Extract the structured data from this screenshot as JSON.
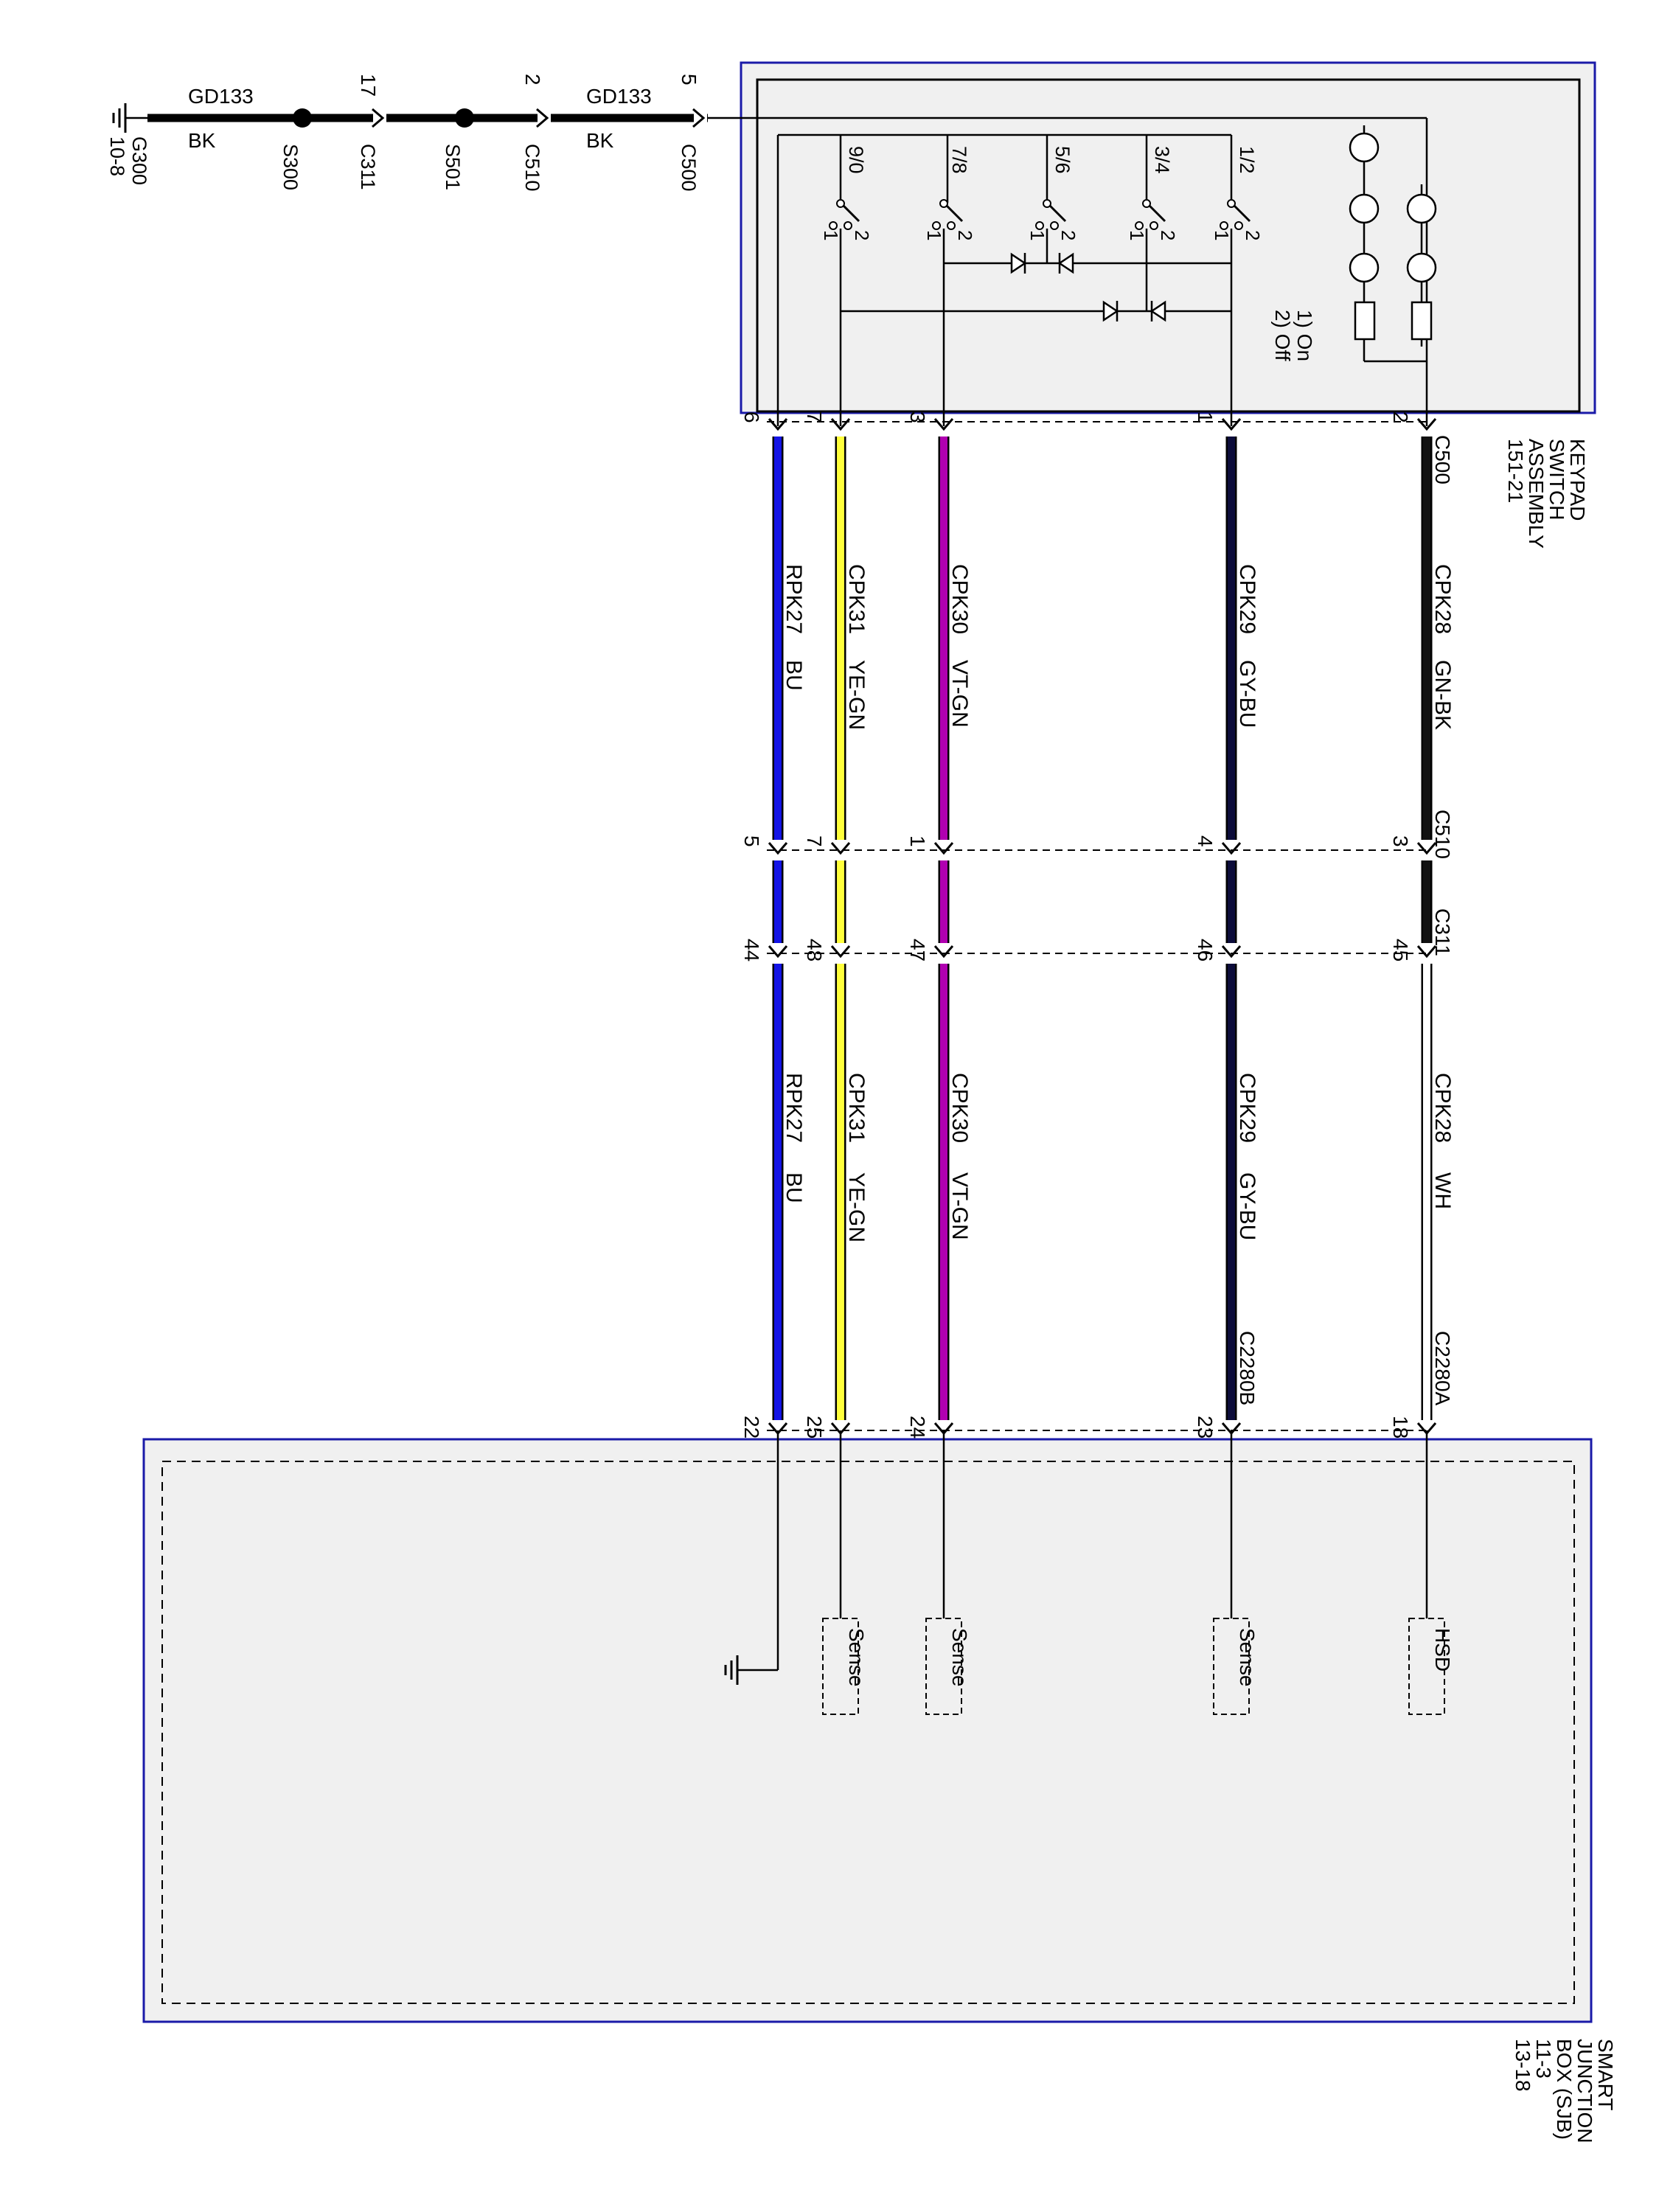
{
  "ground_chain": {
    "ground": [
      "G300",
      "10-8"
    ],
    "nodes": [
      {
        "pin": "",
        "name": "S300",
        "kind": "splice"
      },
      {
        "pin": "17",
        "name": "C311",
        "kind": "connector"
      },
      {
        "pin": "",
        "name": "S501",
        "kind": "splice"
      },
      {
        "pin": "2",
        "name": "C510",
        "kind": "connector"
      },
      {
        "pin": "5",
        "name": "C500",
        "kind": "connector"
      }
    ],
    "segments": [
      {
        "circuit": "GD133",
        "color": "BK"
      },
      {
        "circuit": "GD133",
        "color": "BK"
      }
    ]
  },
  "keypad": {
    "title": [
      "KEYPAD",
      "SWITCH",
      "ASSEMBLY",
      "151-21"
    ],
    "switches": [
      {
        "label": "9/0",
        "pins": [
          "1",
          "2"
        ]
      },
      {
        "label": "7/8",
        "pins": [
          "1",
          "2"
        ]
      },
      {
        "label": "5/6",
        "pins": [
          "1",
          "2"
        ]
      },
      {
        "label": "3/4",
        "pins": [
          "1",
          "2"
        ]
      },
      {
        "label": "1/2",
        "pins": [
          "1",
          "2"
        ]
      }
    ],
    "legend": [
      "1) On",
      "2) Off"
    ]
  },
  "connectors": {
    "keypad": "C500",
    "inline_a": "C510",
    "inline_b": "C311",
    "sjb_a": "C2280A",
    "sjb_b": "C2280B"
  },
  "wires": [
    {
      "circuit": "CPK28",
      "color_upper": "GN-BK",
      "color_lower": "WH",
      "pins": [
        "2",
        "3",
        "45",
        "18"
      ],
      "stroke_upper": "#111111",
      "stroke_lower": "#ffffff",
      "end": "HSD"
    },
    {
      "circuit": "CPK29",
      "color_upper": "GY-BU",
      "color_lower": "GY-BU",
      "pins": [
        "1",
        "4",
        "46",
        "23"
      ],
      "stroke_upper": "#0c0c3a",
      "stroke_lower": "#0c0c3a",
      "end": "Sense"
    },
    {
      "circuit": "CPK30",
      "color_upper": "VT-GN",
      "color_lower": "VT-GN",
      "pins": [
        "3",
        "1",
        "47",
        "24"
      ],
      "stroke_upper": "#b000b0",
      "stroke_lower": "#b000b0",
      "end": "Sense"
    },
    {
      "circuit": "CPK31",
      "color_upper": "YE-GN",
      "color_lower": "YE-GN",
      "pins": [
        "7",
        "7",
        "48",
        "25"
      ],
      "stroke_upper": "#ffff3c",
      "stroke_lower": "#ffff3c",
      "end": "Sense"
    },
    {
      "circuit": "RPK27",
      "color_upper": "BU",
      "color_lower": "BU",
      "pins": [
        "6",
        "5",
        "44",
        "22"
      ],
      "stroke_upper": "#1414e6",
      "stroke_lower": "#1414e6",
      "end": "ground"
    }
  ],
  "sjb": {
    "title": [
      "SMART",
      "JUNCTION",
      "BOX (SJB)",
      "11-3",
      "13-18"
    ]
  },
  "colors": {
    "box_border": "#1a1aa8",
    "box_fill": "#f0f0f0"
  }
}
